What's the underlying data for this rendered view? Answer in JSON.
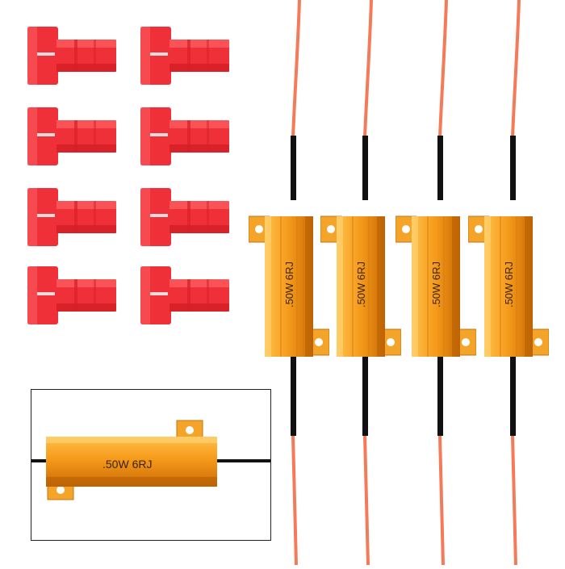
{
  "product_photo": {
    "connector_count": 8,
    "resistor_count": 4,
    "resistor_label": ".50W 6RJ",
    "inset_label": ".50W 6RJ",
    "colors": {
      "connector_red": "#f03038",
      "resistor_gold": "#f59a1a",
      "wire_orange": "#f47a5a",
      "heatshrink_black": "#111111"
    },
    "icons": [
      "scotchlok-connector",
      "aluminum-load-resistor",
      "resistor-closeup"
    ]
  }
}
